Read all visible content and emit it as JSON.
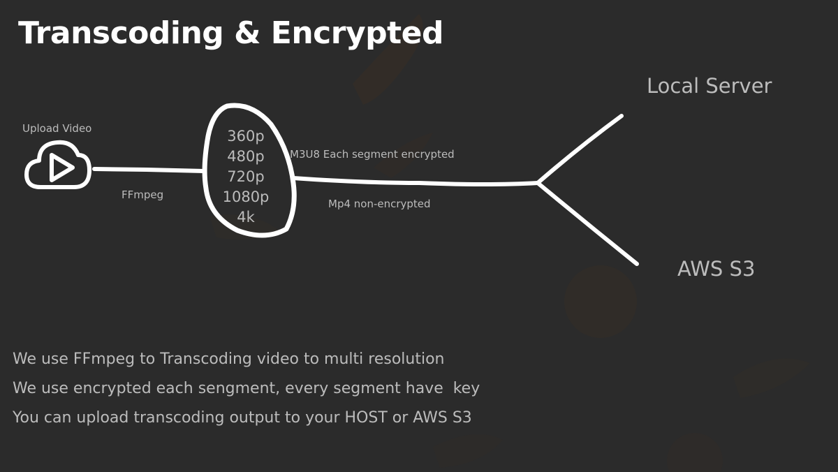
{
  "title": "Transcoding & Encrypted",
  "source": {
    "label": "Upload Video",
    "icon": "cloud-play-icon"
  },
  "edge_ffmpeg": "FFmpeg",
  "resolutions": [
    "360p",
    "480p",
    "720p",
    "1080p",
    "4k"
  ],
  "edge_m3u8": "M3U8 Each segment encrypted",
  "edge_mp4": "Mp4 non-encrypted",
  "targets": {
    "local": "Local Server",
    "s3": "AWS S3"
  },
  "notes": [
    "We use FFmpeg to Transcoding video to multi resolution",
    "We use encrypted each sengment, every segment have  key",
    "You can upload transcoding output to your HOST or AWS S3"
  ],
  "colors": {
    "background": "#2b2b2b",
    "stroke": "#ffffff",
    "text": "#bcbcbc",
    "accent_blobs": "#3a2f26"
  }
}
